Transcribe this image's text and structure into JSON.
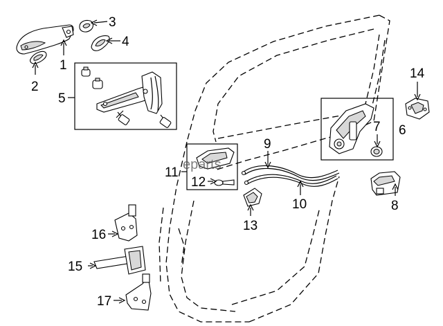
{
  "watermark": "eparts",
  "callouts": [
    {
      "id": "1",
      "label": "1"
    },
    {
      "id": "2",
      "label": "2"
    },
    {
      "id": "3",
      "label": "3"
    },
    {
      "id": "4",
      "label": "4"
    },
    {
      "id": "5",
      "label": "5"
    },
    {
      "id": "6",
      "label": "6"
    },
    {
      "id": "7",
      "label": "7"
    },
    {
      "id": "8",
      "label": "8"
    },
    {
      "id": "9",
      "label": "9"
    },
    {
      "id": "10",
      "label": "10"
    },
    {
      "id": "11",
      "label": "11"
    },
    {
      "id": "12",
      "label": "12"
    },
    {
      "id": "13",
      "label": "13"
    },
    {
      "id": "14",
      "label": "14"
    },
    {
      "id": "15",
      "label": "15"
    },
    {
      "id": "16",
      "label": "16"
    },
    {
      "id": "17",
      "label": "17"
    }
  ]
}
